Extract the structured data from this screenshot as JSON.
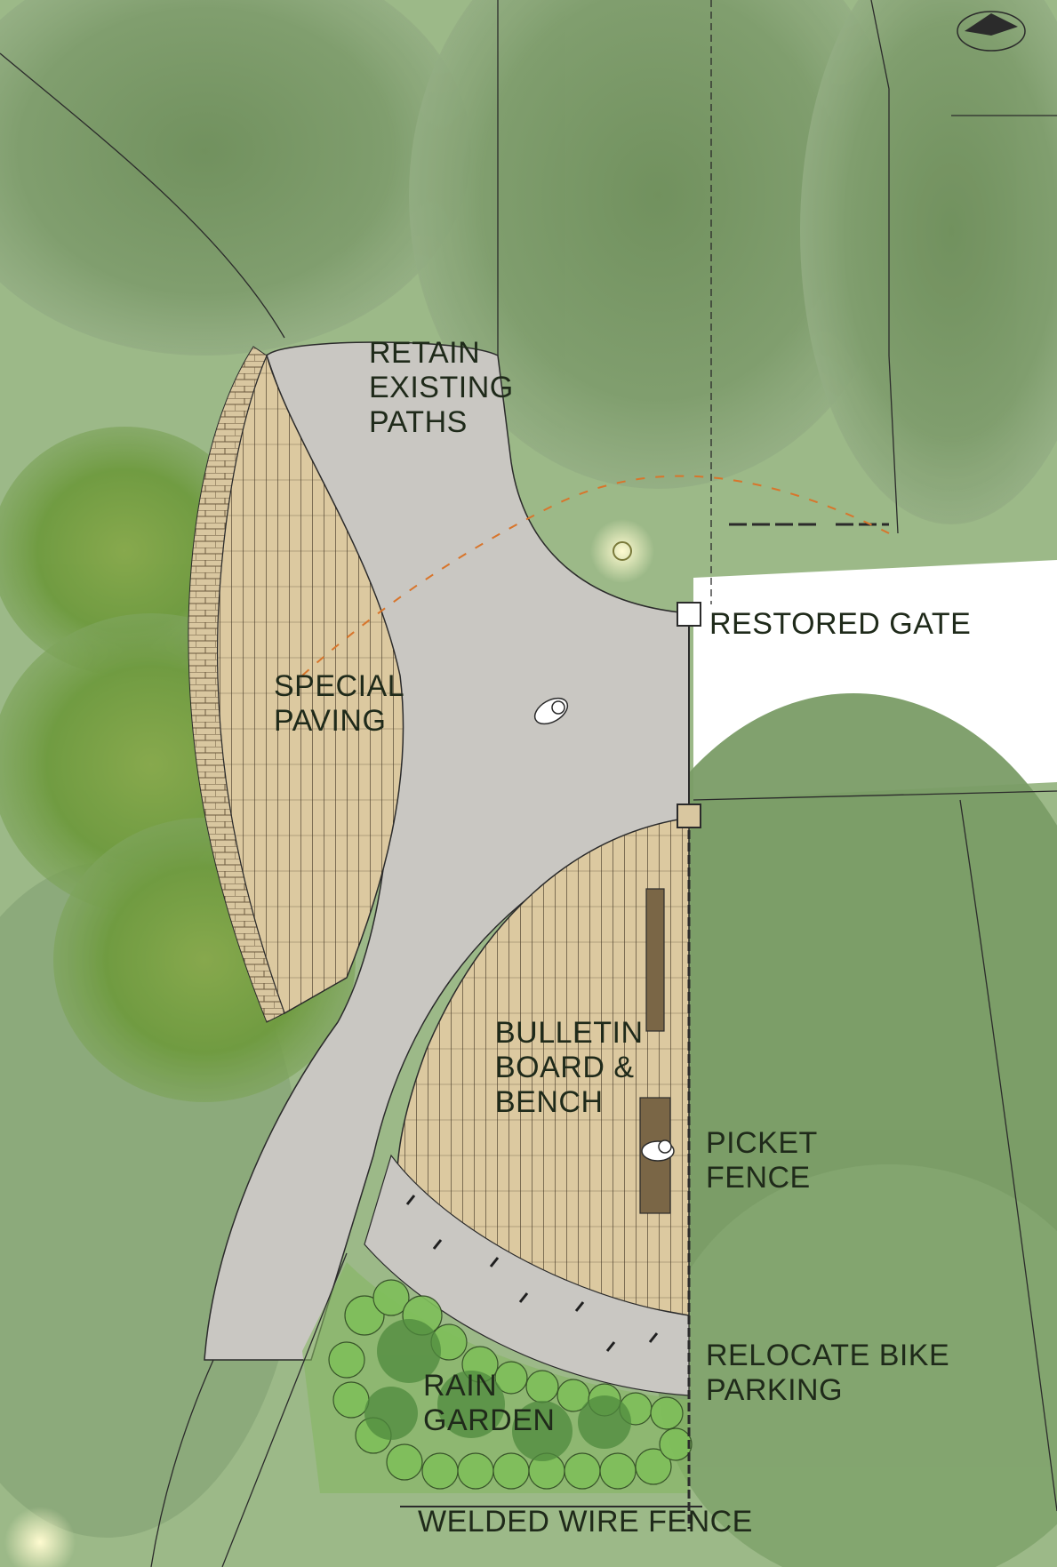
{
  "labels": {
    "retain_paths": [
      "RETAIN",
      "EXISTING",
      "PATHS"
    ],
    "restored_gate": "RESTORED GATE",
    "special_paving": [
      "SPECIAL",
      "PAVING"
    ],
    "bulletin_board": [
      "BULLETIN",
      "BOARD &",
      "BENCH"
    ],
    "picket_fence": [
      "PICKET",
      "FENCE"
    ],
    "relocate_bike": [
      "RELOCATE BIKE",
      "PARKING"
    ],
    "rain_garden": [
      "RAIN",
      "GARDEN"
    ],
    "welded_wire": "WELDED WIRE FENCE"
  },
  "colors": {
    "lawn": "#8fb07a",
    "paving": "#c9c7c2",
    "special_paving": "#dcc9a0",
    "canopy": "#7a9a6a",
    "shrub": "#88c968",
    "text": "#1f2a1a"
  }
}
